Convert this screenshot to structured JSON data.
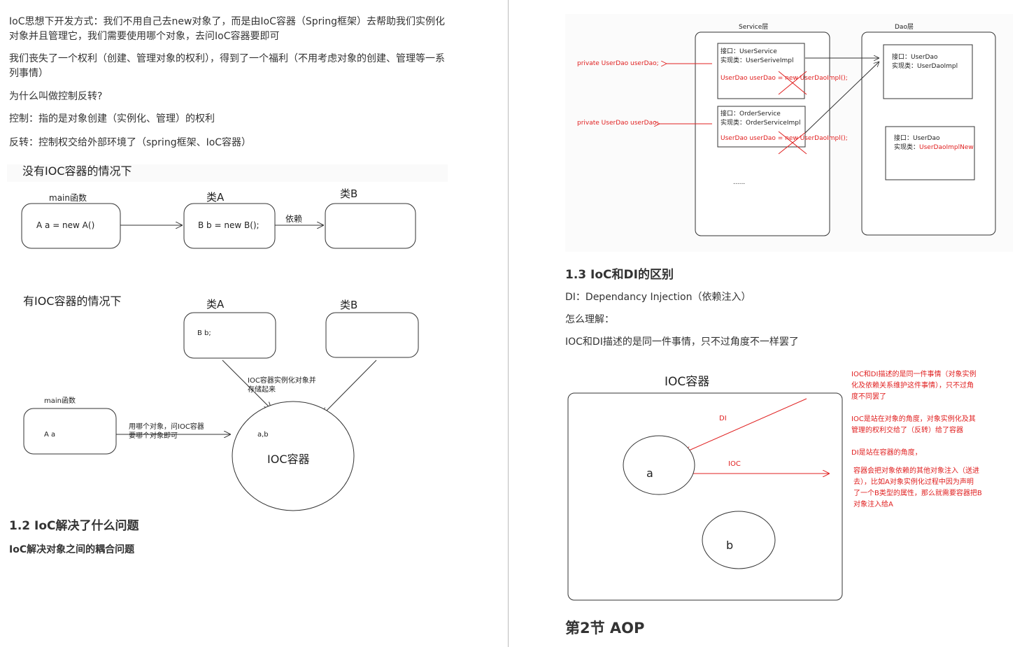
{
  "left": {
    "para1": "IoC思想下开发方式：我们不用自己去new对象了，而是由IoC容器（Spring框架）去帮助我们实例化对象并且管理它，我们需要使用哪个对象，去问IoC容器要即可",
    "para2": "我们丧失了一个权利（创建、管理对象的权利），得到了一个福利（不用考虑对象的创建、管理等一系列事情）",
    "para3": "为什么叫做控制反转?",
    "para4": "控制：指的是对象创建（实例化、管理）的权利",
    "para5": "反转：控制权交给外部环境了（spring框架、IoC容器）",
    "diagram1": {
      "title": "没有IOC容器的情况下",
      "main_label": "main函数",
      "main_code": "A  a = new A()",
      "classA_label": "类A",
      "classA_code": "B b = new B();",
      "classB_label": "类B",
      "dep_label": "依赖"
    },
    "diagram2": {
      "title": "有IOC容器的情况下",
      "classA_label": "类A",
      "classA_code": "B  b;",
      "classB_label": "类B",
      "ioc_note_line1": "IOC容器实例化对象并",
      "ioc_note_line2": "存储起来",
      "main_label": "main函数",
      "main_code": "A a",
      "ask_line1": "用哪个对象，问IOC容器",
      "ask_line2": "要哪个对象即可",
      "ioc_contents": "a,b",
      "ioc_label": "IOC容器"
    },
    "section_title": "1.2 IoC解决了什么问题",
    "section_text": "IoC解决对象之间的耦合问题"
  },
  "right": {
    "diagram3": {
      "service_layer": "Service层",
      "dao_layer": "Dao层",
      "private1": "private UserDao userDao;",
      "private2": "private UserDao userDao;",
      "box1_l1": "接口：UserService",
      "box1_l2": "实现类：UserSeriveImpl",
      "box1_l3": "UserDao userDao = new UserDaoImpl();",
      "box2_l1": "接口：OrderService",
      "box2_l2": "实现类：OrderServiceImpl",
      "box2_l3": "UserDao userDao = new UserDaoImpl();",
      "ellipsis": "......",
      "dao1_l1": "接口：UserDao",
      "dao1_l2": "实现类：UserDaoImpl",
      "dao2_l1": "接口：UserDao",
      "dao2_l2a": "实现类：",
      "dao2_l2b": "UserDaoImplNew"
    },
    "section_title": "1.3 IoC和DI的区别",
    "di_text": "DI：Dependancy Injection（依赖注入）",
    "how_text": "怎么理解：",
    "desc_text": "IOC和DI描述的是同一件事情，只不过角度不一样罢了",
    "diagram4": {
      "title": "IOC容器",
      "di_label": "DI",
      "ioc_label": "IOC",
      "a_label": "a",
      "b_label": "b",
      "note1": [
        "IOC和DI描述的是同一件事情（对象实例",
        "化及依赖关系维护这件事情），只不过角",
        "度不同罢了"
      ],
      "note2": [
        "IOC是站在对象的角度，对象实例化及其",
        "管理的权利交给了（反转）给了容器"
      ],
      "note3": [
        "DI是站在容器的角度，"
      ],
      "note4": [
        "容器会把对象依赖的其他对象注入（送进",
        "去），比如A对象实例化过程中因为声明",
        "了一个B类型的属性，那么就需要容器把B",
        "对象注入给A"
      ]
    },
    "chapter_title": "第2节 AOP"
  },
  "colors": {
    "red": "#e02020",
    "text": "#333333",
    "line": "#333333"
  }
}
